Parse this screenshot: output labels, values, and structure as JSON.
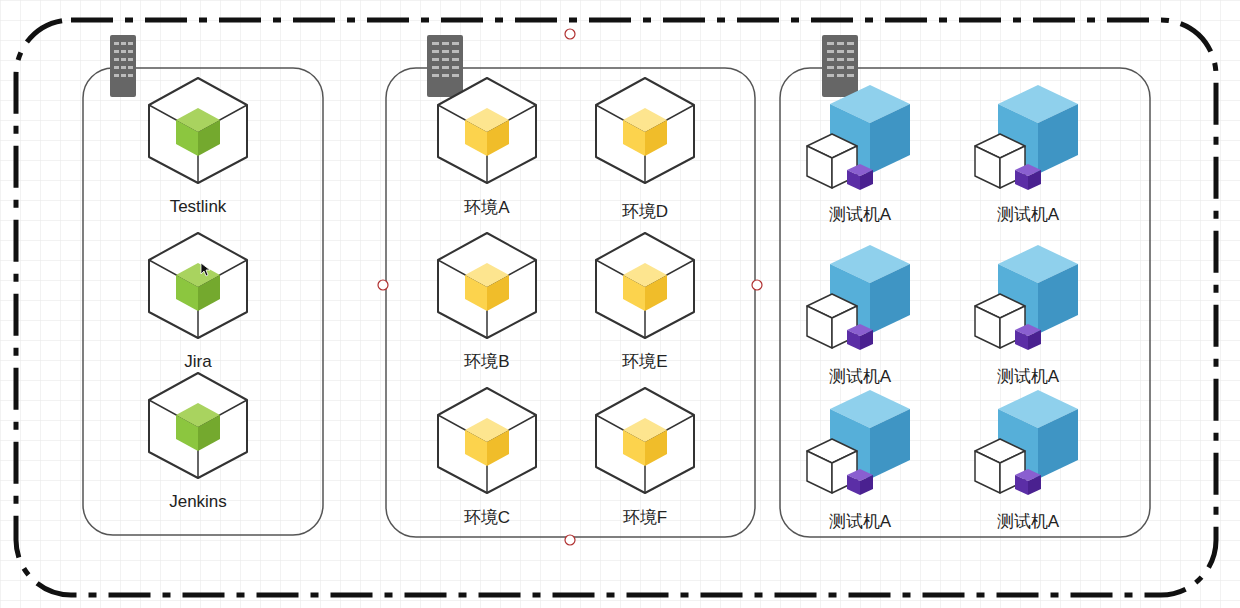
{
  "diagram": {
    "nodes": [
      {
        "text": [
          "Testlink"
        ]
      },
      {
        "text": [
          "Jira"
        ]
      },
      {
        "text": [
          "Jenkins"
        ]
      },
      {
        "text": [
          "环境A"
        ]
      },
      {
        "text": [
          "环境D"
        ]
      },
      {
        "text": [
          "环境B"
        ]
      },
      {
        "text": [
          "环境E"
        ]
      },
      {
        "text": [
          "环境C"
        ]
      },
      {
        "text": [
          "环境F"
        ]
      },
      {
        "text": [
          "测试机A"
        ]
      },
      {
        "text": [
          "测试机A"
        ]
      },
      {
        "text": [
          "测试机A"
        ]
      },
      {
        "text": [
          "测试机A"
        ]
      },
      {
        "text": [
          "测试机A"
        ]
      },
      {
        "text": [
          "测试机A"
        ]
      }
    ]
  }
}
